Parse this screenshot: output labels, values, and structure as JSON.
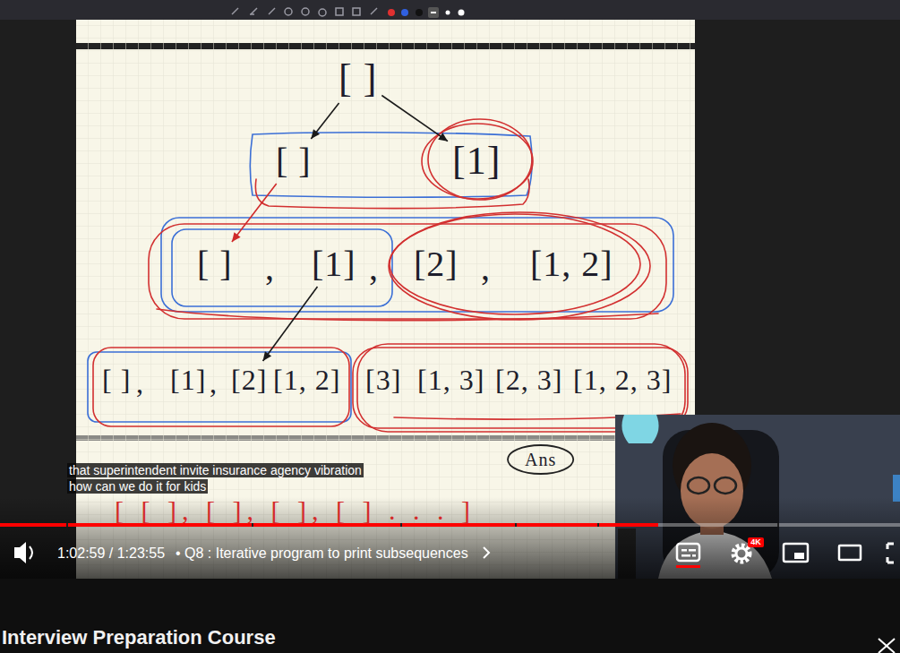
{
  "diagram": {
    "title": "Interview Preparation Course",
    "nodes": [
      {
        "text": [
          "[ ]"
        ]
      },
      {
        "text": [
          "[ ]"
        ]
      },
      {
        "text": [
          "[1]"
        ]
      },
      {
        "text": [
          "[ ]"
        ]
      },
      {
        "text": [
          "[1]"
        ]
      },
      {
        "text": [
          "[2]"
        ]
      },
      {
        "text": [
          "[1, 2]"
        ]
      },
      {
        "text": [
          "[ ]"
        ]
      },
      {
        "text": [
          "[1]"
        ]
      },
      {
        "text": [
          "[2]"
        ]
      },
      {
        "text": [
          "[1, 2]"
        ]
      },
      {
        "text": [
          "[3]"
        ]
      },
      {
        "text": [
          "[1, 3]"
        ]
      },
      {
        "text": [
          "[2, 3]"
        ]
      },
      {
        "text": [
          "[1, 2, 3]"
        ]
      },
      {
        "text": [
          "Ans"
        ]
      }
    ],
    "edges": [
      {
        "from": 0,
        "to": 1,
        "arrow": "to"
      },
      {
        "from": 0,
        "to": 2,
        "arrow": "to"
      },
      {
        "from": 1,
        "to": 3,
        "arrow": "to"
      },
      {
        "from": 4,
        "to": 9,
        "arrow": "to"
      }
    ],
    "labels": [
      ",",
      ",",
      ",",
      ",",
      ",",
      "[ [ ], [ ], [ ], [ ] . . . ]",
      "that superintendent invite insurance agency vibration how can we do it for kids",
      "1:02:59 / 1:23:55",
      "• Q8 : Iterative program to print subsequences",
      "4K"
    ]
  }
}
